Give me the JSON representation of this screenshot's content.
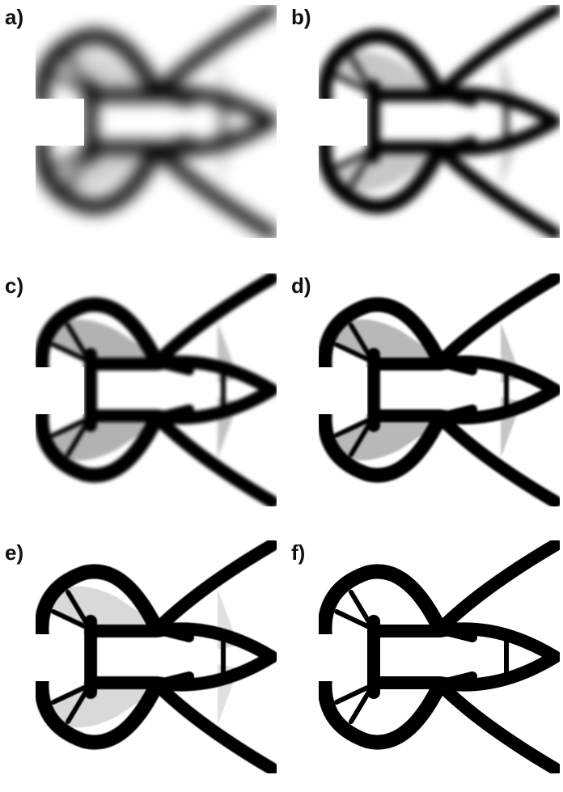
{
  "panels": [
    {
      "label": "a)",
      "stage": "very-blurred",
      "gray": 0.18
    },
    {
      "label": "b)",
      "stage": "blurred",
      "gray": 0.22
    },
    {
      "label": "c)",
      "stage": "soft",
      "gray": 0.3
    },
    {
      "label": "d)",
      "stage": "sharper",
      "gray": 0.28
    },
    {
      "label": "e)",
      "stage": "near-binary",
      "gray": 0.15
    },
    {
      "label": "f)",
      "stage": "binary",
      "gray": 0.0
    }
  ],
  "colors": {
    "material": "#000000",
    "void": "#ffffff"
  }
}
